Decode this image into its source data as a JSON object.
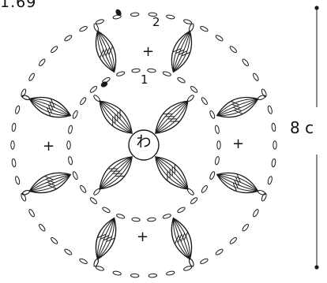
{
  "figure_number": "1.69",
  "round_labels": [
    "1",
    "2"
  ],
  "center_ring": "わ",
  "dimension_label": "8 c",
  "joining_marks": [
    "+",
    "+",
    "+",
    "+"
  ],
  "line_color": "#1a1a1a"
}
